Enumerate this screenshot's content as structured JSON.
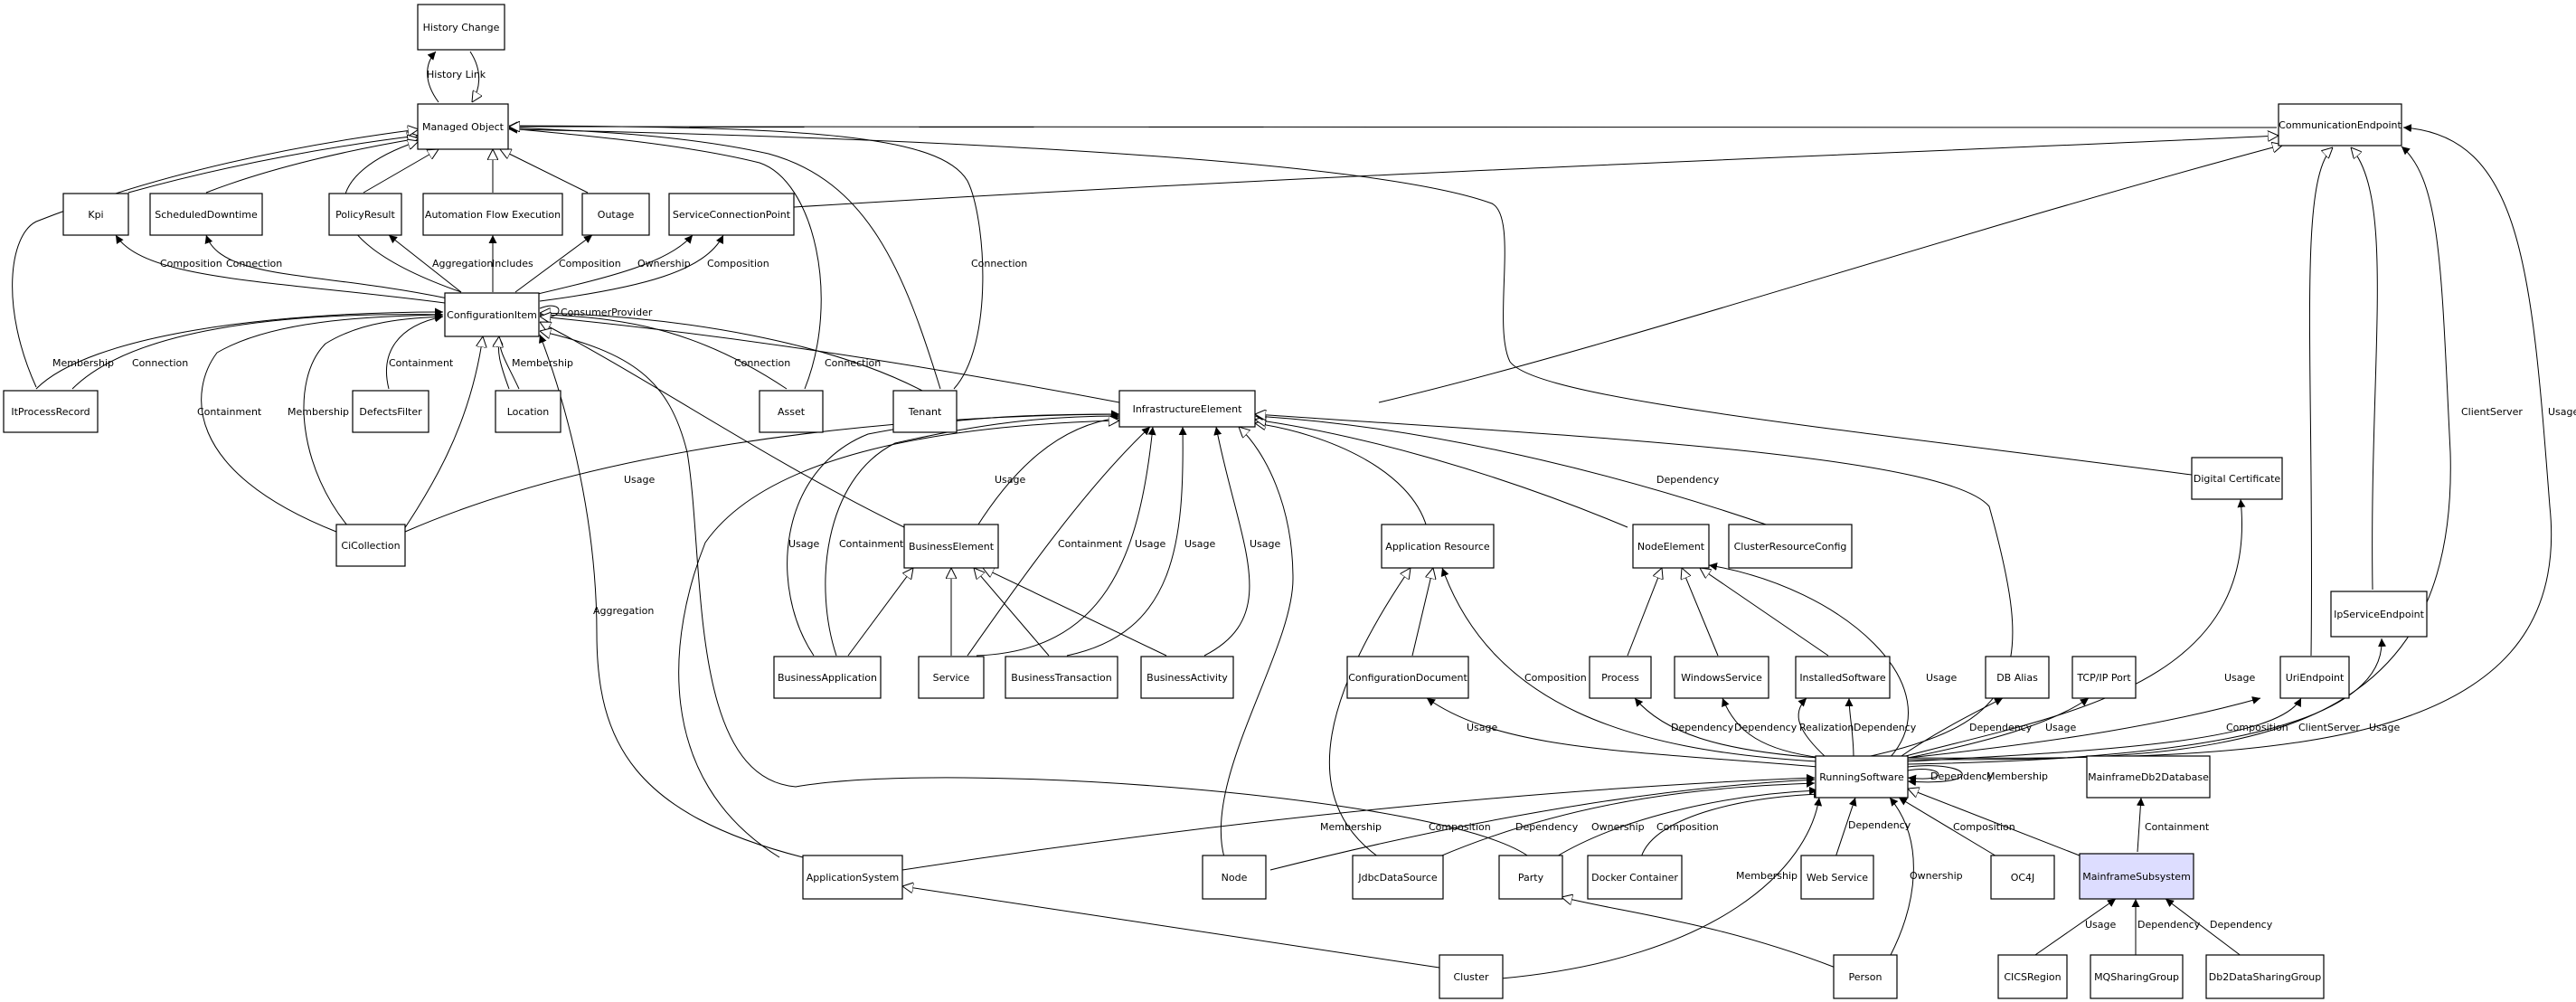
{
  "diagram": {
    "colors": {
      "line": "#000000",
      "node_fill": "#ffffff",
      "highlight_fill": "#ddddff"
    },
    "nodes": {
      "history_change": "History Change",
      "managed_object": "Managed Object",
      "communication_endpoint": "CommunicationEndpoint",
      "kpi": "Kpi",
      "scheduled_downtime": "ScheduledDowntime",
      "policy_result": "PolicyResult",
      "automation_flow_execution": "Automation Flow Execution",
      "outage": "Outage",
      "service_connection_point": "ServiceConnectionPoint",
      "configuration_item": "ConfigurationItem",
      "it_process_record": "ItProcessRecord",
      "defects_filter": "DefectsFilter",
      "location": "Location",
      "asset": "Asset",
      "tenant": "Tenant",
      "infrastructure_element": "InfrastructureElement",
      "ci_collection": "CiCollection",
      "business_element": "BusinessElement",
      "application_resource": "Application Resource",
      "node_element": "NodeElement",
      "cluster_resource_config": "ClusterResourceConfig",
      "digital_certificate": "Digital Certificate",
      "ip_service_endpoint": "IpServiceEndpoint",
      "business_application": "BusinessApplication",
      "service": "Service",
      "business_transaction": "BusinessTransaction",
      "business_activity": "BusinessActivity",
      "configuration_document": "ConfigurationDocument",
      "process": "Process",
      "windows_service": "WindowsService",
      "installed_software": "InstalledSoftware",
      "db_alias": "DB Alias",
      "tcpip_port": "TCP/IP Port",
      "uri_endpoint": "UriEndpoint",
      "running_software": "RunningSoftware",
      "mainframe_db2_database": "MainframeDb2Database",
      "application_system": "ApplicationSystem",
      "node": "Node",
      "jdbc_data_source": "JdbcDataSource",
      "party": "Party",
      "docker_container": "Docker Container",
      "web_service": "Web Service",
      "oc4j": "OC4J",
      "mainframe_subsystem": "MainframeSubsystem",
      "cluster": "Cluster",
      "person": "Person",
      "cics_region": "CICSRegion",
      "mq_sharing_group": "MQSharingGroup",
      "db2_data_sharing_group": "Db2DataSharingGroup"
    },
    "edge_labels": {
      "history_link": "History Link",
      "composition": "Composition",
      "connection": "Connection",
      "aggregation": "Aggregation",
      "includes": "Includes",
      "ownership": "Ownership",
      "consumer_provider": "ConsumerProvider",
      "membership": "Membership",
      "containment": "Containment",
      "usage": "Usage",
      "dependency": "Dependency",
      "realization": "Realization",
      "client_server": "ClientServer"
    }
  }
}
